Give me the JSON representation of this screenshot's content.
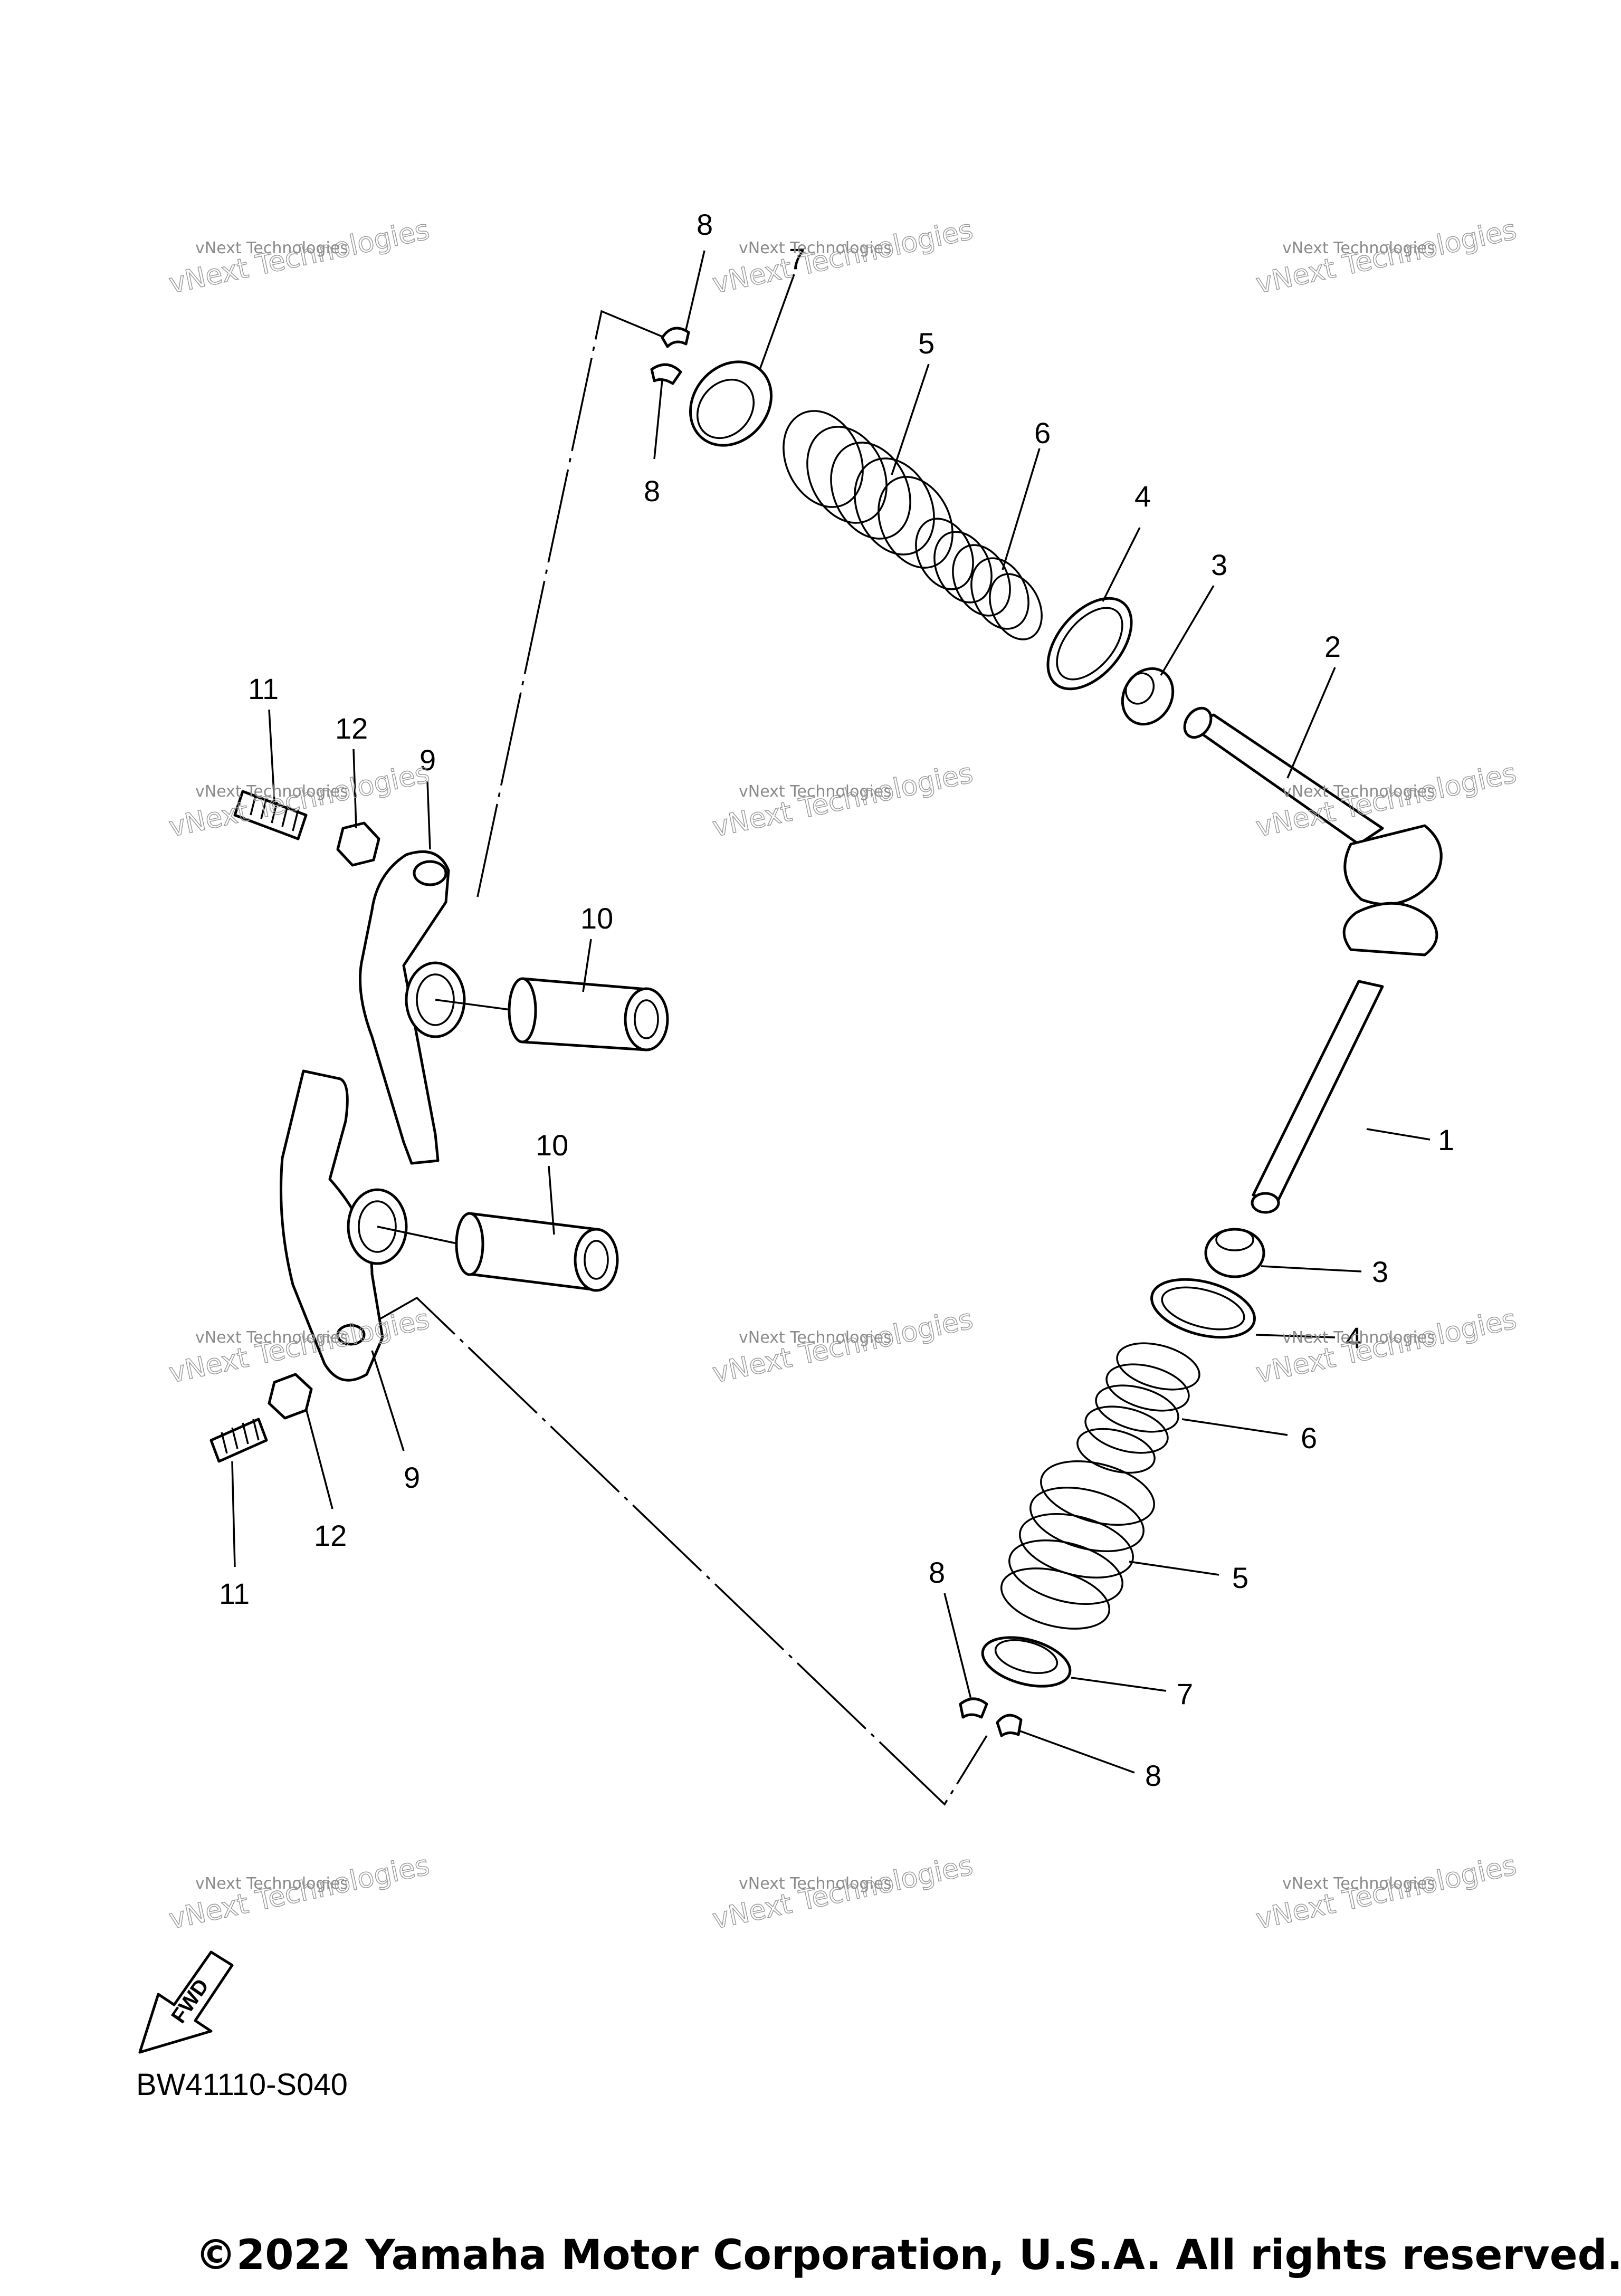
{
  "callouts": {
    "c1": "1",
    "c2": "2",
    "c3a": "3",
    "c3b": "3",
    "c4a": "4",
    "c4b": "4",
    "c5a": "5",
    "c5b": "5",
    "c6a": "6",
    "c6b": "6",
    "c7a": "7",
    "c7b": "7",
    "c8a": "8",
    "c8b": "8",
    "c8c": "8",
    "c8d": "8",
    "c9a": "9",
    "c9b": "9",
    "c10a": "10",
    "c10b": "10",
    "c11a": "11",
    "c11b": "11",
    "c12a": "12",
    "c12b": "12"
  },
  "fwd_label": "FWD",
  "diagram_code": "BW41110-S040",
  "copyright": "©2022 Yamaha Motor Corporation, U.S.A. All rights reserved.",
  "watermark": {
    "line1": "vNext Technologies",
    "line2": "vNext\nTechnologies"
  }
}
